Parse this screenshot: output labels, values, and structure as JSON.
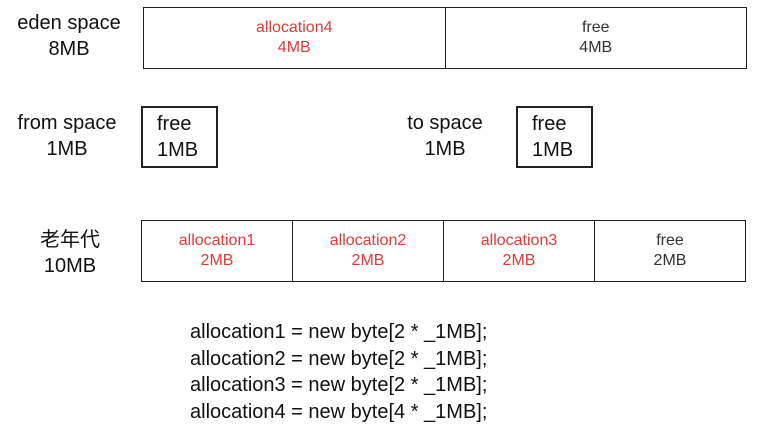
{
  "eden": {
    "name": "eden space",
    "size": "8MB",
    "cells": [
      {
        "label": "allocation4",
        "size": "4MB",
        "kind": "alloc"
      },
      {
        "label": "free",
        "size": "4MB",
        "kind": "free"
      }
    ]
  },
  "from_space": {
    "name": "from space",
    "size": "1MB",
    "cell": {
      "label": "free",
      "size": "1MB"
    }
  },
  "to_space": {
    "name": "to space",
    "size": "1MB",
    "cell": {
      "label": "free",
      "size": "1MB"
    }
  },
  "old_gen": {
    "name": "老年代",
    "size": "10MB",
    "cells": [
      {
        "label": "allocation1",
        "size": "2MB",
        "kind": "alloc"
      },
      {
        "label": "allocation2",
        "size": "2MB",
        "kind": "alloc"
      },
      {
        "label": "allocation3",
        "size": "2MB",
        "kind": "alloc"
      },
      {
        "label": "free",
        "size": "2MB",
        "kind": "free"
      }
    ]
  },
  "code_lines": [
    "allocation1 = new byte[2 * _1MB];",
    "allocation2 = new byte[2 * _1MB];",
    "allocation3 = new byte[2 * _1MB];",
    "allocation4 = new byte[4 * _1MB];"
  ],
  "colors": {
    "allocated": "#e53935",
    "free": "#333333",
    "border": "#222222"
  }
}
